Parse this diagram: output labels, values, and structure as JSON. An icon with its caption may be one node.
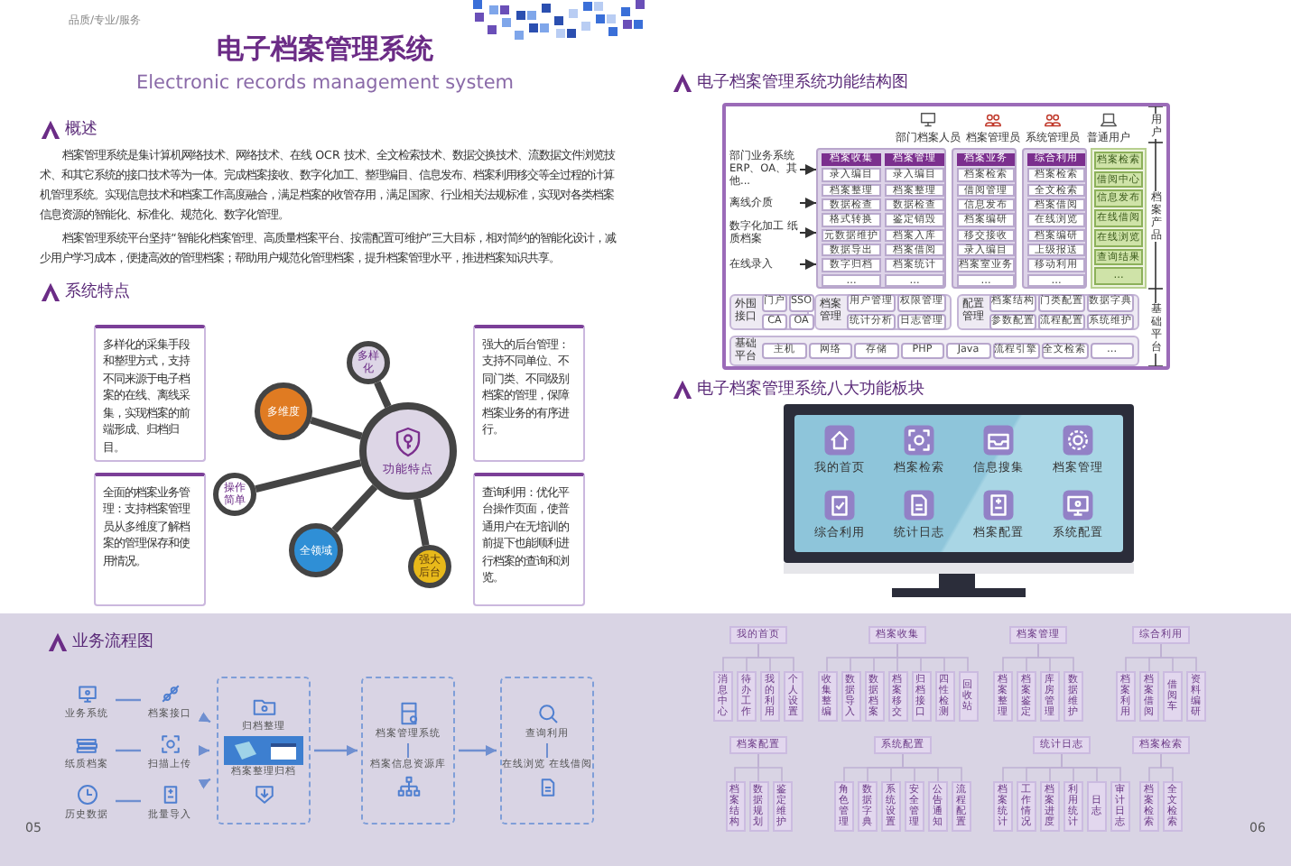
{
  "diagram": {
    "title": "电子档案管理系统",
    "nodes": [
      {
        "text": [
          "功能特点"
        ]
      },
      {
        "text": [
          "多样化"
        ]
      },
      {
        "text": [
          "多维度"
        ]
      },
      {
        "text": [
          "操作简单"
        ]
      },
      {
        "text": [
          "全领域"
        ]
      },
      {
        "text": [
          "强大后台"
        ]
      },
      {
        "text": [
          "多样化的采集手段和整理方式，支持不同来源于电子档案的在线、离线采集，实现档案的前端形成、归档归目。"
        ]
      },
      {
        "text": [
          "强大的后台管理：支持不同单位、不同门类、不同级别档案的管理，保障档案业务的有序进行。"
        ]
      },
      {
        "text": [
          "全面的档案业务管理：支持档案管理员从多维度了解档案的管理保存和使用情况。"
        ]
      },
      {
        "text": [
          "查询利用：优化平台操作页面，使普通用户在无培训的前提下也能顺利进行档案的查询和浏览。"
        ]
      },
      {
        "text": [],
        "shape": "box"
      },
      {
        "text": [
          "部门档案人员"
        ],
        "in": 10
      },
      {
        "text": [
          "档案管理员"
        ],
        "in": 10
      },
      {
        "text": [
          "系统管理员"
        ],
        "in": 10
      },
      {
        "text": [
          "普通用户"
        ],
        "in": 10
      },
      {
        "text": [
          "部门业务系统 ERP、OA、其他..."
        ],
        "in": 10
      },
      {
        "text": [
          "离线介质"
        ],
        "in": 10
      },
      {
        "text": [
          "数字化加工 纸质档案"
        ],
        "in": 10
      },
      {
        "text": [
          "在线录入"
        ],
        "in": 10
      },
      {
        "text": [],
        "shape": "box",
        "in": 10
      },
      {
        "text": [
          "档案收集",
          "录入编目",
          "档案整理",
          "数据检查",
          "格式转换",
          "元数据维护",
          "数据导出",
          "数字归档",
          "…"
        ],
        "in": 19
      },
      {
        "text": [
          "档案管理",
          "录入编目",
          "档案整理",
          "数据检查",
          "鉴定销毁",
          "档案入库",
          "档案借阅",
          "档案统计",
          "…"
        ],
        "in": 19
      },
      {
        "text": [],
        "shape": "box",
        "in": 10
      },
      {
        "text": [
          "档案业务",
          "档案检索",
          "借阅管理",
          "信息发布",
          "档案编研",
          "移交接收",
          "录入编目",
          "档案室业务",
          "…"
        ],
        "in": 22
      },
      {
        "text": [],
        "shape": "box",
        "in": 10
      },
      {
        "text": [
          "综合利用",
          "档案检索",
          "全文检索",
          "档案借阅",
          "在线浏览",
          "档案编研",
          "上级报送",
          "移动利用",
          "…"
        ],
        "in": 24
      },
      {
        "text": [
          "档案检索",
          "借阅中心",
          "信息发布",
          "在线借阅",
          "在线浏览",
          "查询结果",
          "…"
        ],
        "in": 10
      },
      {
        "text": [
          "外围接口",
          "门户",
          "SSO",
          "CA",
          "OA"
        ],
        "in": 10
      },
      {
        "text": [
          "档案管理",
          "用户管理",
          "权限管理",
          "统计分析",
          "日志管理"
        ],
        "in": 10
      },
      {
        "text": [
          "配置管理",
          "档案结构",
          "门类配置",
          "数据字典",
          "参数配置",
          "流程配置",
          "系统维护"
        ],
        "in": 10
      },
      {
        "text": [
          "基础平台",
          "主机",
          "网络",
          "存储",
          "PHP",
          "Java",
          "流程引擎",
          "全文检索",
          "…"
        ],
        "in": 10
      },
      {
        "text": [],
        "shape": "box"
      },
      {
        "text": [
          "我的首页"
        ],
        "in": 31
      },
      {
        "text": [
          "档案检索"
        ],
        "in": 31
      },
      {
        "text": [
          "信息搜集"
        ],
        "in": 31
      },
      {
        "text": [
          "档案管理"
        ],
        "in": 31
      },
      {
        "text": [
          "综合利用"
        ],
        "in": 31
      },
      {
        "text": [
          "统计日志"
        ],
        "in": 31
      },
      {
        "text": [
          "档案配置"
        ],
        "in": 31
      },
      {
        "text": [
          "系统配置"
        ],
        "in": 31
      },
      {
        "text": [
          "业务系统"
        ]
      },
      {
        "text": [
          "档案接口"
        ]
      },
      {
        "text": [
          "纸质档案"
        ]
      },
      {
        "text": [
          "扫描上传"
        ]
      },
      {
        "text": [
          "历史数据"
        ]
      },
      {
        "text": [
          "批量导入"
        ]
      },
      {
        "text": [
          "归档整理",
          "档案整理归档"
        ]
      },
      {
        "text": [
          "档案管理系统",
          "档案信息资源库"
        ]
      },
      {
        "text": [
          "查询利用",
          "在线浏览 在线借阅"
        ]
      },
      {
        "text": [
          "我的首页"
        ]
      },
      {
        "text": [
          "消息中心"
        ]
      },
      {
        "text": [
          "待办工作"
        ]
      },
      {
        "text": [
          "我的利用"
        ]
      },
      {
        "text": [
          "个人设置"
        ]
      },
      {
        "text": [
          "档案收集"
        ]
      },
      {
        "text": [
          "收集整编"
        ]
      },
      {
        "text": [
          "数据导入"
        ]
      },
      {
        "text": [
          "数据档案"
        ]
      },
      {
        "text": [
          "档案移交"
        ]
      },
      {
        "text": [
          "归档接口"
        ]
      },
      {
        "text": [
          "四性检测"
        ]
      },
      {
        "text": [
          "回收站"
        ]
      },
      {
        "text": [
          "档案管理"
        ]
      },
      {
        "text": [
          "档案整理"
        ]
      },
      {
        "text": [
          "档案鉴定"
        ]
      },
      {
        "text": [
          "库房管理"
        ]
      },
      {
        "text": [
          "数据维护"
        ]
      },
      {
        "text": [
          "综合利用"
        ]
      },
      {
        "text": [
          "档案利用"
        ]
      },
      {
        "text": [
          "档案借阅"
        ]
      },
      {
        "text": [
          "借阅车"
        ]
      },
      {
        "text": [
          "资料编研"
        ]
      },
      {
        "text": [
          "档案配置"
        ]
      },
      {
        "text": [
          "档案结构"
        ]
      },
      {
        "text": [
          "数据规划"
        ]
      },
      {
        "text": [
          "鉴定维护"
        ]
      },
      {
        "text": [
          "系统配置"
        ]
      },
      {
        "text": [
          "角色管理"
        ]
      },
      {
        "text": [
          "数据字典"
        ]
      },
      {
        "text": [
          "系统设置"
        ]
      },
      {
        "text": [
          "安全管理"
        ]
      },
      {
        "text": [
          "公告通知"
        ]
      },
      {
        "text": [
          "流程配置"
        ]
      },
      {
        "text": [
          "统计日志"
        ]
      },
      {
        "text": [
          "档案统计"
        ]
      },
      {
        "text": [
          "工作情况"
        ]
      },
      {
        "text": [
          "档案进度"
        ]
      },
      {
        "text": [
          "利用统计"
        ]
      },
      {
        "text": [
          "日志"
        ]
      },
      {
        "text": [
          "审计日志"
        ]
      },
      {
        "text": [
          "档案检索"
        ]
      },
      {
        "text": [
          "档案检索"
        ]
      },
      {
        "text": [
          "全文检索"
        ]
      }
    ],
    "edges": [
      {
        "from": 0,
        "to": 1,
        "arrow": "none",
        "style": "thick",
        "color": "#454545"
      },
      {
        "from": 0,
        "to": 2,
        "arrow": "none",
        "style": "thick",
        "color": "#454545"
      },
      {
        "from": 0,
        "to": 3,
        "arrow": "none",
        "style": "thick",
        "color": "#454545"
      },
      {
        "from": 0,
        "to": 4,
        "arrow": "none",
        "style": "thick",
        "color": "#454545"
      },
      {
        "from": 0,
        "to": 5,
        "arrow": "none",
        "style": "thick",
        "color": "#454545"
      },
      {
        "from": 15,
        "to": 20,
        "arrow": "to",
        "color": "#333333"
      },
      {
        "from": 16,
        "to": 20,
        "arrow": "to",
        "color": "#333333"
      },
      {
        "from": 17,
        "to": 20,
        "arrow": "to",
        "color": "#333333"
      },
      {
        "from": 18,
        "to": 20,
        "arrow": "to",
        "color": "#333333"
      },
      {
        "from": 40,
        "to": 41,
        "arrow": "none"
      },
      {
        "from": 42,
        "to": 43,
        "arrow": "none"
      },
      {
        "from": 44,
        "to": 45,
        "arrow": "none"
      },
      {
        "from": 41,
        "to": 46,
        "arrow": "to"
      },
      {
        "from": 43,
        "to": 46,
        "arrow": "to"
      },
      {
        "from": 45,
        "to": 46,
        "arrow": "to"
      },
      {
        "from": 46,
        "to": 47,
        "arrow": "to"
      },
      {
        "from": 47,
        "to": 48,
        "arrow": "to"
      },
      {
        "from": 49,
        "to": 50,
        "arrow": "none"
      },
      {
        "from": 49,
        "to": 51,
        "arrow": "none"
      },
      {
        "from": 49,
        "to": 52,
        "arrow": "none"
      },
      {
        "from": 49,
        "to": 53,
        "arrow": "none"
      },
      {
        "from": 54,
        "to": 55,
        "arrow": "none"
      },
      {
        "from": 54,
        "to": 56,
        "arrow": "none"
      },
      {
        "from": 54,
        "to": 57,
        "arrow": "none"
      },
      {
        "from": 54,
        "to": 58,
        "arrow": "none"
      },
      {
        "from": 54,
        "to": 59,
        "arrow": "none"
      },
      {
        "from": 54,
        "to": 60,
        "arrow": "none"
      },
      {
        "from": 54,
        "to": 61,
        "arrow": "none"
      },
      {
        "from": 62,
        "to": 63,
        "arrow": "none"
      },
      {
        "from": 62,
        "to": 64,
        "arrow": "none"
      },
      {
        "from": 62,
        "to": 65,
        "arrow": "none"
      },
      {
        "from": 62,
        "to": 66,
        "arrow": "none"
      },
      {
        "from": 67,
        "to": 68,
        "arrow": "none"
      },
      {
        "from": 67,
        "to": 69,
        "arrow": "none"
      },
      {
        "from": 67,
        "to": 70,
        "arrow": "none"
      },
      {
        "from": 67,
        "to": 71,
        "arrow": "none"
      },
      {
        "from": 72,
        "to": 73,
        "arrow": "none"
      },
      {
        "from": 72,
        "to": 74,
        "arrow": "none"
      },
      {
        "from": 72,
        "to": 75,
        "arrow": "none"
      },
      {
        "from": 76,
        "to": 77,
        "arrow": "none"
      },
      {
        "from": 76,
        "to": 78,
        "arrow": "none"
      },
      {
        "from": 76,
        "to": 79,
        "arrow": "none"
      },
      {
        "from": 76,
        "to": 80,
        "arrow": "none"
      },
      {
        "from": 76,
        "to": 81,
        "arrow": "none"
      },
      {
        "from": 76,
        "to": 82,
        "arrow": "none"
      },
      {
        "from": 83,
        "to": 84,
        "arrow": "none"
      },
      {
        "from": 83,
        "to": 85,
        "arrow": "none"
      },
      {
        "from": 83,
        "to": 86,
        "arrow": "none"
      },
      {
        "from": 83,
        "to": 87,
        "arrow": "none"
      },
      {
        "from": 83,
        "to": 88,
        "arrow": "none"
      },
      {
        "from": 83,
        "to": 89,
        "arrow": "none"
      },
      {
        "from": 90,
        "to": 91,
        "arrow": "none"
      },
      {
        "from": 90,
        "to": 92,
        "arrow": "none"
      }
    ],
    "labels": [
      "品质/专业/服务",
      "Electronic records management system",
      "概述",
      "档案管理系统是集计算机网络技术、网络技术、在线 OCR 技术、全文检索技术、数据交换技术、流数据文件浏览技术、和其它系统的接口技术等为一体。完成档案接收、数字化加工、整理编目、信息发布、档案利用移交等全过程的计算机管理系统。实现信息技术和档案工作高度融合，满足档案的收管存用，满足国家、行业相关法规标准，实现对各类档案信息资源的智能化、标准化、规范化、数字化管理。",
      "档案管理系统平台坚持“智能化档案管理、高质量档案平台、按需配置可维护”三大目标，相对简约的智能化设计，减少用户学习成本，便捷高效的管理档案；帮助用户规范化管理档案，提升档案管理水平，推进档案知识共享。",
      "系统特点",
      "电子档案管理系统功能结构图",
      "用户",
      "档案产品",
      "基础平台",
      "电子档案管理系统八大功能板块",
      "业务流程图",
      "05",
      "06"
    ]
  }
}
